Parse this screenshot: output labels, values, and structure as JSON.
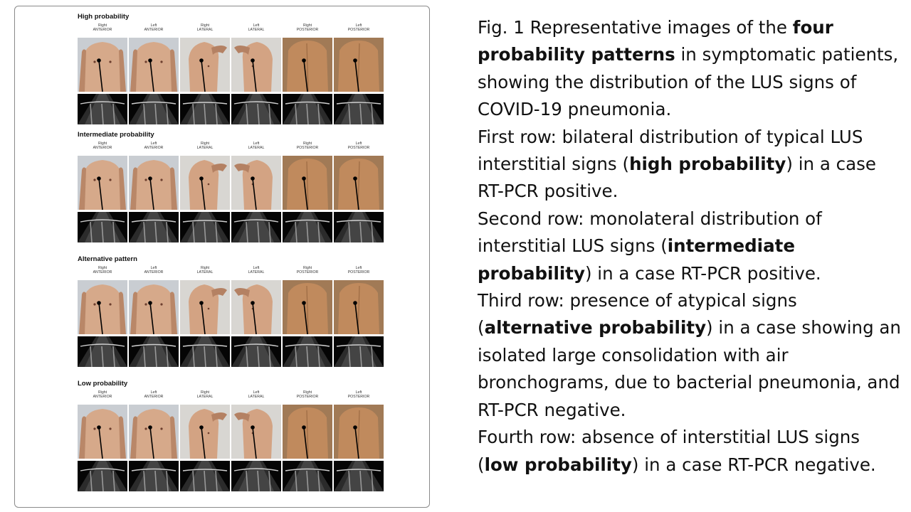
{
  "figure": {
    "groups": [
      {
        "title": "High probability",
        "views": [
          {
            "side": "Right",
            "region": "ANTERIOR"
          },
          {
            "side": "Left",
            "region": "ANTERIOR"
          },
          {
            "side": "Right",
            "region": "LATERAL"
          },
          {
            "side": "Left",
            "region": "LATERAL"
          },
          {
            "side": "Right",
            "region": "POSTERIOR"
          },
          {
            "side": "Left",
            "region": "POSTERIOR"
          }
        ]
      },
      {
        "title": "Intermediate probability",
        "views": [
          {
            "side": "Right",
            "region": "ANTERIOR"
          },
          {
            "side": "Left",
            "region": "ANTERIOR"
          },
          {
            "side": "Right",
            "region": "LATERAL"
          },
          {
            "side": "Left",
            "region": "LATERAL"
          },
          {
            "side": "Right",
            "region": "POSTERIOR"
          },
          {
            "side": "Left",
            "region": "POSTERIOR"
          }
        ]
      },
      {
        "title": "Alternative pattern",
        "views": [
          {
            "side": "Right",
            "region": "ANTERIOR"
          },
          {
            "side": "Left",
            "region": "ANTERIOR"
          },
          {
            "side": "Right",
            "region": "LATERAL"
          },
          {
            "side": "Left",
            "region": "LATERAL"
          },
          {
            "side": "Right",
            "region": "POSTERIOR"
          },
          {
            "side": "Left",
            "region": "POSTERIOR"
          }
        ]
      },
      {
        "title": "Low probability",
        "views": [
          {
            "side": "Right",
            "region": "ANTERIOR"
          },
          {
            "side": "Left",
            "region": "ANTERIOR"
          },
          {
            "side": "Right",
            "region": "LATERAL"
          },
          {
            "side": "Left",
            "region": "LATERAL"
          },
          {
            "side": "Right",
            "region": "POSTERIOR"
          },
          {
            "side": "Left",
            "region": "POSTERIOR"
          }
        ]
      }
    ]
  },
  "caption": {
    "p1": {
      "a": "Fig. 1 Representative images of the ",
      "b1": "four probability patterns",
      "c": " in symptomatic patients, showing the distribution of the LUS signs of COVID-19 pneumonia."
    },
    "p2": {
      "a": "First row: bilateral distribution of typical LUS interstitial signs (",
      "b1": "high probability",
      "c": ") in a case RT-PCR positive."
    },
    "p3": {
      "a": "Second row: monolateral distribution of interstitial LUS signs (",
      "b1": "intermediate probability",
      "c": ") in a case RT-PCR positive."
    },
    "p4": {
      "a": "Third row: presence of atypical signs (",
      "b1": "alternative probability",
      "c": ") in a case showing an isolated large consolidation with air bronchograms, due to bacterial pneumonia, and RT-PCR negative."
    },
    "p5": {
      "a": "Fourth row: absence of interstitial LUS signs (",
      "b1": "low probability",
      "c": ") in a case RT-PCR negative."
    }
  }
}
